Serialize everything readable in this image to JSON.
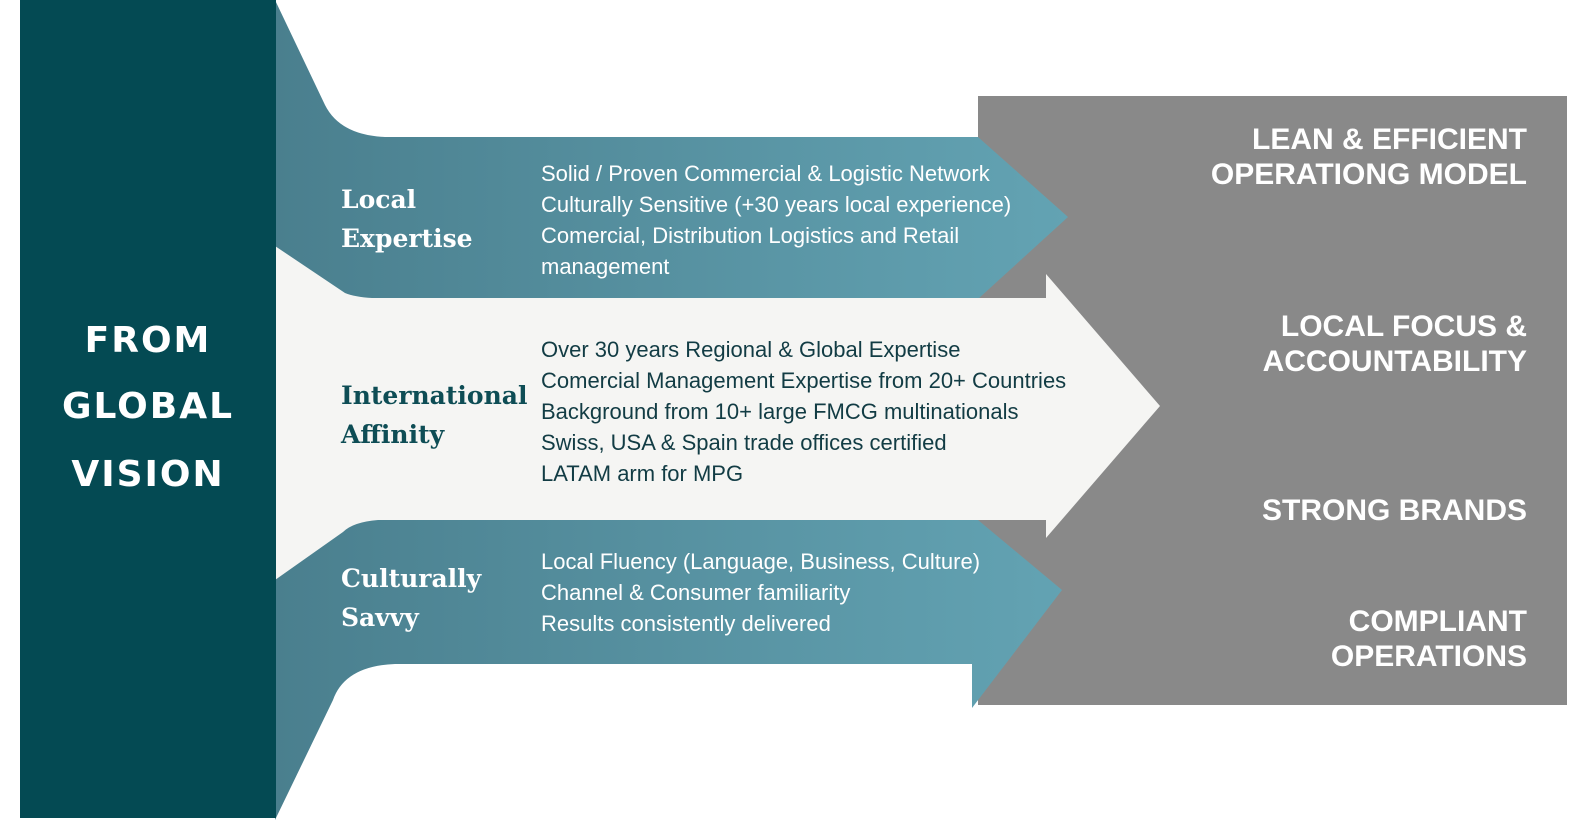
{
  "left_panel": {
    "lines": [
      "FROM",
      "GLOBAL",
      "VISION"
    ]
  },
  "colors": {
    "panel": "#044a53",
    "teal_arrow_dark": "#4a7f8e",
    "teal_arrow_light": "#63a3b3",
    "white_arrow": "#f5f5f3",
    "grey_block": "#898989"
  },
  "pillars": [
    {
      "title": [
        "Local",
        "Expertise"
      ],
      "bullets": [
        "Solid / Proven Commercial & Logistic Network",
        "Culturally Sensitive (+30 years local experience)",
        "Comercial, Distribution Logistics and Retail",
        "management"
      ]
    },
    {
      "title": [
        "International",
        "Affinity"
      ],
      "bullets": [
        "Over 30 years Regional & Global Expertise",
        "Comercial Management  Expertise  from 20+ Countries",
        "Background from 10+ large FMCG multinationals",
        "Swiss, USA & Spain trade offices certified",
        "LATAM arm for MPG"
      ]
    },
    {
      "title": [
        "Culturally",
        "Savvy"
      ],
      "bullets": [
        "Local Fluency (Language, Business, Culture)",
        "Channel & Consumer familiarity",
        "Results consistently delivered"
      ]
    }
  ],
  "outcomes": [
    [
      "LEAN & EFFICIENT",
      "OPERATIONG MODEL"
    ],
    [
      "LOCAL FOCUS &",
      "ACCOUNTABILITY"
    ],
    [
      "STRONG BRANDS"
    ],
    [
      "COMPLIANT",
      "OPERATIONS"
    ]
  ]
}
